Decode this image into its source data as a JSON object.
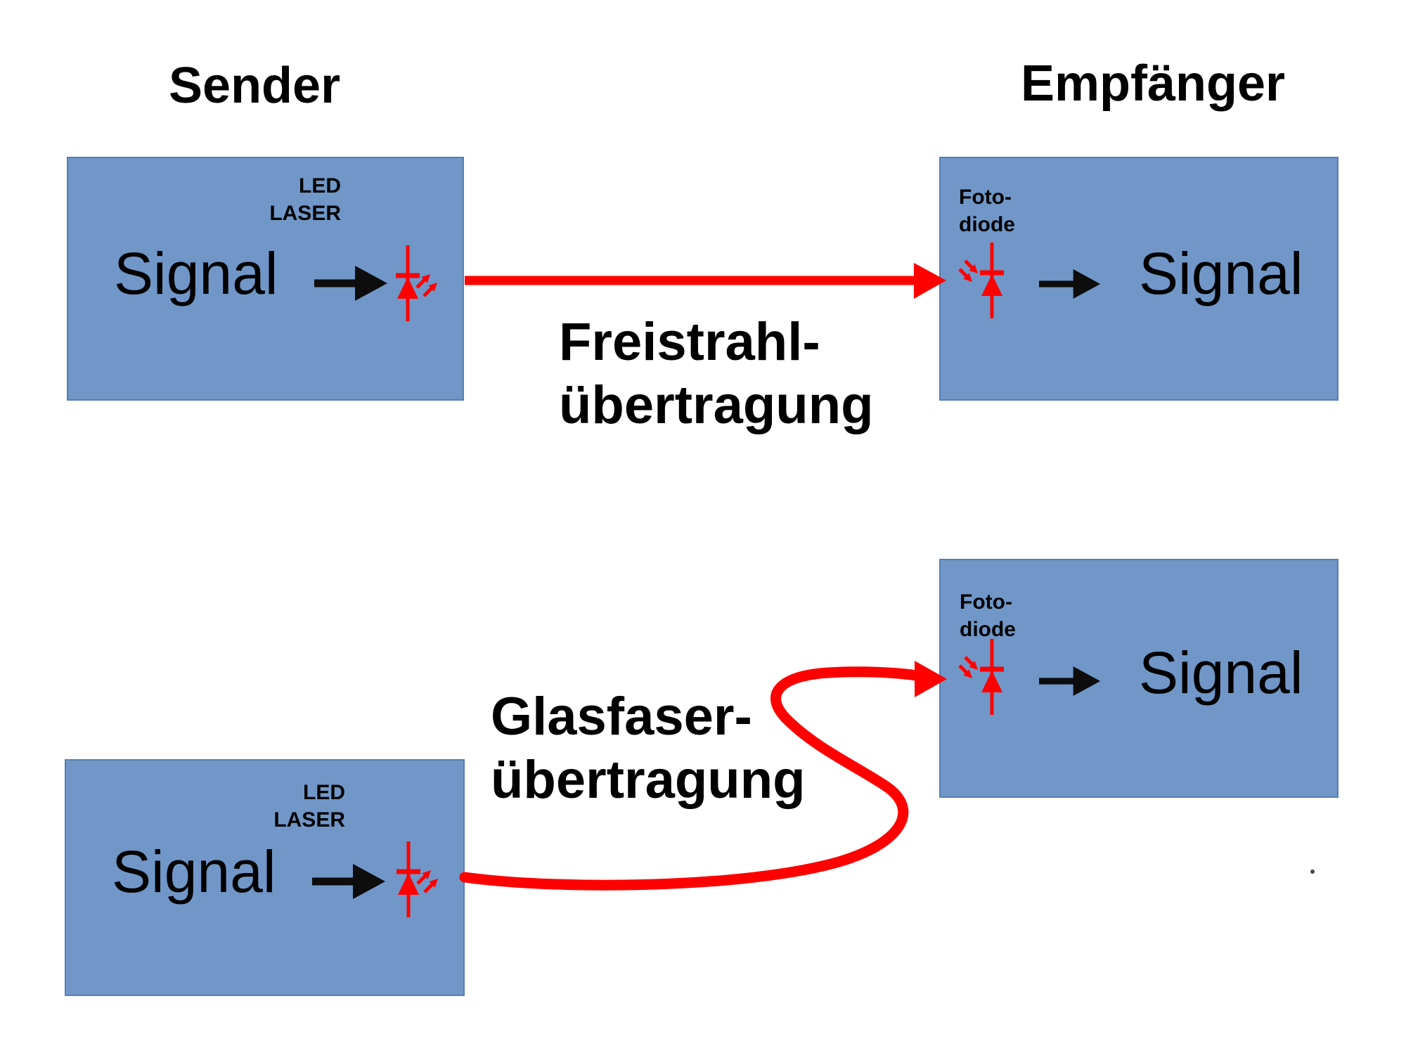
{
  "headers": {
    "sender": "Sender",
    "empfaenger": "Empfänger"
  },
  "beam_labels": {
    "freistrahl_line1": "Freistrahl-",
    "freistrahl_line2": "übertragung",
    "glasfaser_line1": "Glasfaser-",
    "glasfaser_line2": "übertragung"
  },
  "boxes": {
    "sender_top": {
      "signal": "Signal",
      "led_line1": "LED",
      "led_line2": "LASER"
    },
    "empfaenger_top": {
      "foto_line1": "Foto-",
      "foto_line2": "diode",
      "signal": "Signal"
    },
    "sender_bottom": {
      "signal": "Signal",
      "led_line1": "LED",
      "led_line2": "LASER"
    },
    "empfaenger_bottom": {
      "foto_line1": "Foto-",
      "foto_line2": "diode",
      "signal": "Signal"
    }
  },
  "icons": {
    "flow_arrow": "black-right-arrow",
    "led": "led-laser-diode-symbol",
    "photodiode": "photodiode-symbol",
    "free_beam": "straight-red-beam-arrow",
    "fiber": "s-curved-red-fiber-arrow"
  },
  "colors": {
    "box_fill": "#7097c8",
    "box_border": "#567fb2",
    "beam_red": "#fe0000",
    "text": "#000000",
    "background": "#ffffff"
  }
}
